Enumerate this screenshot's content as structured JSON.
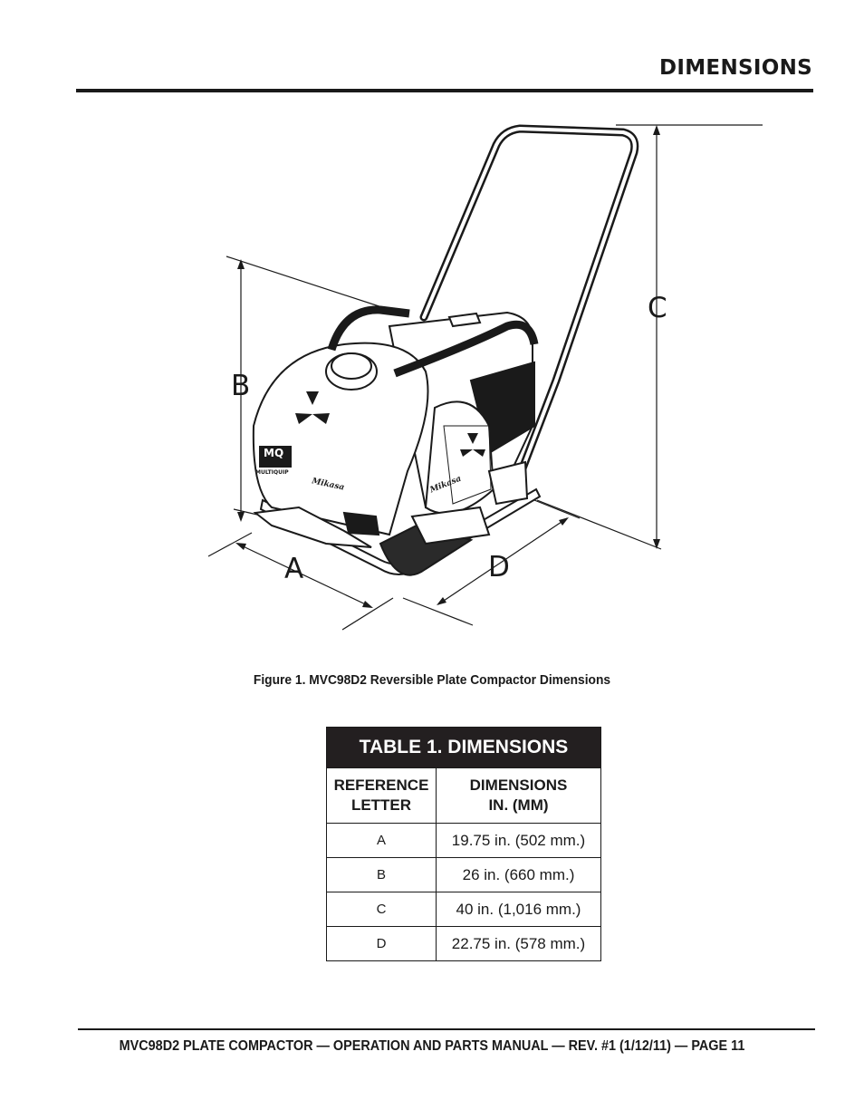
{
  "header": {
    "section_title": "DIMENSIONS"
  },
  "figure": {
    "dimension_letters": {
      "a": "A",
      "b": "B",
      "c": "C",
      "d": "D"
    },
    "logo_text": "MQ",
    "logo_subtext": "MULTIQUIP",
    "brand_script": "Mikasa",
    "caption": "Figure  1.  MVC98D2 Reversible Plate Compactor Dimensions"
  },
  "table": {
    "title": "TABLE 1. DIMENSIONS",
    "col1_line1": "REFERENCE",
    "col1_line2": "LETTER",
    "col2_line1": "DIMENSIONS",
    "col2_line2": "IN. (MM)",
    "rows": [
      {
        "letter": "A",
        "value": "19.75 in. (502 mm.)"
      },
      {
        "letter": "B",
        "value": "26 in. (660 mm.)"
      },
      {
        "letter": "C",
        "value": "40 in. (1,016 mm.)"
      },
      {
        "letter": "D",
        "value": "22.75 in. (578 mm.)"
      }
    ]
  },
  "footer": {
    "text": "MVC98D2 PLATE COMPACTOR  — OPERATION AND PARTS MANUAL —  REV. #1 (1/12/11) — PAGE 11"
  }
}
